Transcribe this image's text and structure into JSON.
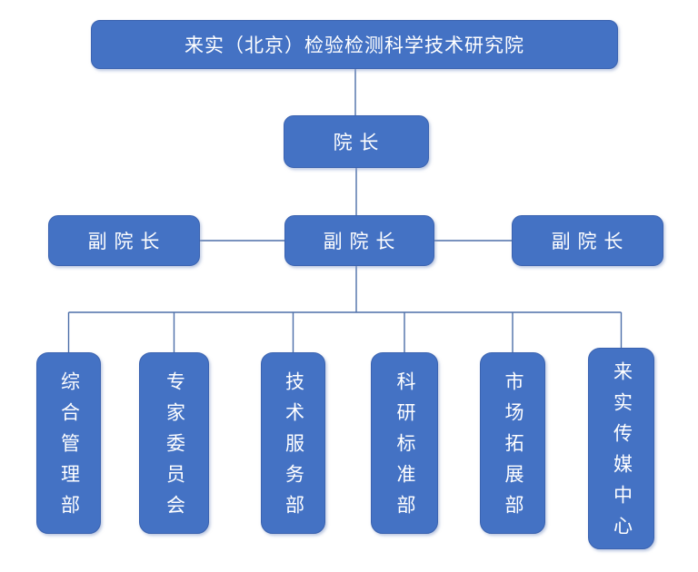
{
  "org_chart": {
    "root": {
      "label": "来实（北京）检验检测科学技术研究院"
    },
    "president": {
      "label": "院 长"
    },
    "vice_presidents": [
      {
        "label": "副 院 长"
      },
      {
        "label": "副 院 长"
      },
      {
        "label": "副 院 长"
      }
    ],
    "departments": [
      {
        "label": "综合管理部"
      },
      {
        "label": "专家委员会"
      },
      {
        "label": "技术服务部"
      },
      {
        "label": "科研标准部"
      },
      {
        "label": "市场拓展部"
      },
      {
        "label": "来实传媒中心"
      }
    ],
    "colors": {
      "box_fill": "#4472c4",
      "box_border": "#3b63b0",
      "connector": "#4d6fa9",
      "text": "#ffffff",
      "background": "#ffffff"
    }
  }
}
